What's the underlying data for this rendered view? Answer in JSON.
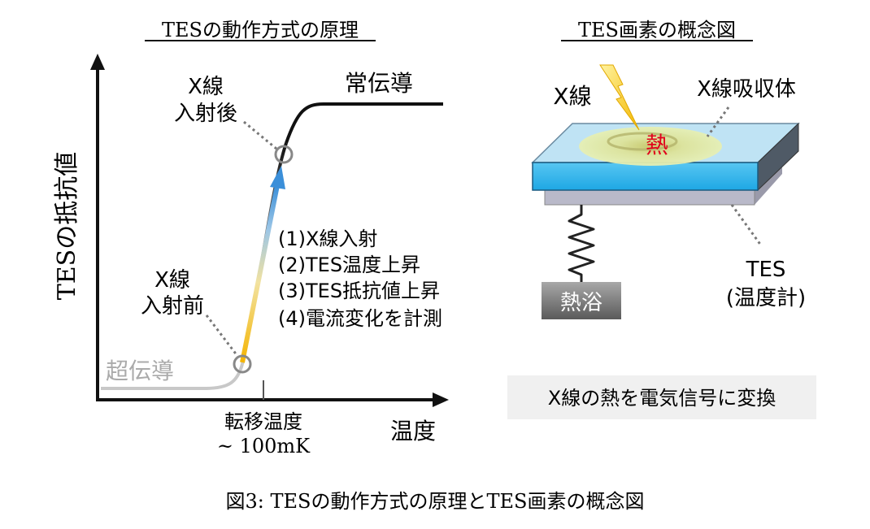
{
  "left_panel": {
    "title": "TESの動作方式の原理",
    "y_axis_label": "TESの抵抗値",
    "x_axis_label": "温度",
    "tick_label_line1": "転移温度",
    "tick_label_line2": "~ 100mK",
    "superconducting_label": "超伝導",
    "normal_label": "常伝導",
    "before_label_line1": "X線",
    "before_label_line2": "入射前",
    "after_label_line1": "X線",
    "after_label_line2": "入射後",
    "steps": [
      "(1)X線入射",
      "(2)TES温度上昇",
      "(3)TES抵抗値上昇",
      "(4)電流変化を計測"
    ]
  },
  "right_panel": {
    "title": "TES画素の概念図",
    "xray_label": "X線",
    "absorber_label": "X線吸収体",
    "heat_label": "熱",
    "tes_label_line1": "TES",
    "tes_label_line2": "(温度計)",
    "bath_label": "熱浴",
    "summary": "X線の熱を電気信号に変換"
  },
  "caption": "図3: TESの動作方式の原理とTES画素の概念図",
  "colors": {
    "axis": "#111111",
    "curve_super": "#c8c8c8",
    "curve_normal": "#111111",
    "arrow_bottom": "#f4b400",
    "arrow_top": "#3b8fd9",
    "heat_text": "#e0001b",
    "absorber_top": "#bfe3f4",
    "absorber_front": "#35b8ee",
    "tes_layer": "#b9b9c9",
    "bath_top": "#9a9a9a",
    "bath_bottom": "#5a5a5a",
    "summary_bg": "#f0f0f0"
  }
}
